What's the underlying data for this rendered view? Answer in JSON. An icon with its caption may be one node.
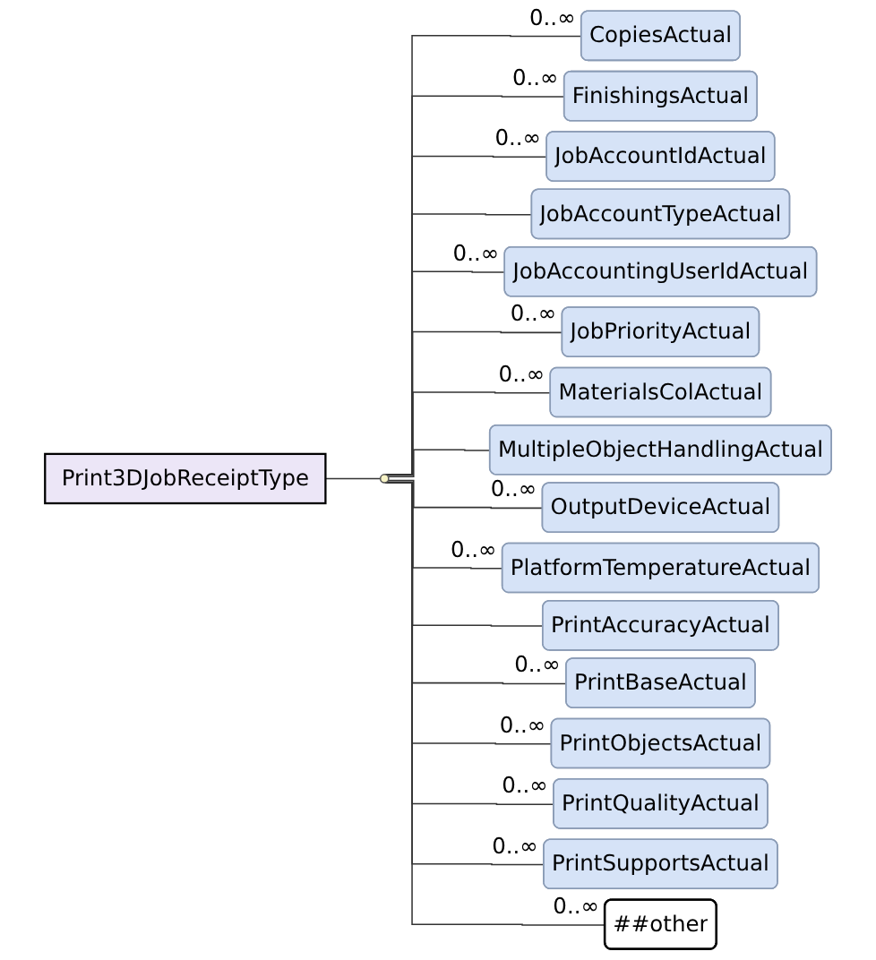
{
  "diagram": {
    "nodes": [
      {
        "text": [
          "Print3DJobReceiptType"
        ]
      },
      {
        "text": [],
        "shape": "circle"
      },
      {
        "text": [
          "CopiesActual"
        ],
        "beside": [
          "0..∞"
        ]
      },
      {
        "text": [
          "FinishingsActual"
        ],
        "beside": [
          "0..∞"
        ]
      },
      {
        "text": [
          "JobAccountIdActual"
        ],
        "beside": [
          "0..∞"
        ]
      },
      {
        "text": [
          "JobAccountTypeActual"
        ]
      },
      {
        "text": [
          "JobAccountingUserIdActual"
        ],
        "beside": [
          "0..∞"
        ]
      },
      {
        "text": [
          "JobPriorityActual"
        ],
        "beside": [
          "0..∞"
        ]
      },
      {
        "text": [
          "MaterialsColActual"
        ],
        "beside": [
          "0..∞"
        ]
      },
      {
        "text": [
          "MultipleObjectHandlingActual"
        ]
      },
      {
        "text": [
          "OutputDeviceActual"
        ],
        "beside": [
          "0..∞"
        ]
      },
      {
        "text": [
          "PlatformTemperatureActual"
        ],
        "beside": [
          "0..∞"
        ]
      },
      {
        "text": [
          "PrintAccuracyActual"
        ]
      },
      {
        "text": [
          "PrintBaseActual"
        ],
        "beside": [
          "0..∞"
        ]
      },
      {
        "text": [
          "PrintObjectsActual"
        ],
        "beside": [
          "0..∞"
        ]
      },
      {
        "text": [
          "PrintQualityActual"
        ],
        "beside": [
          "0..∞"
        ]
      },
      {
        "text": [
          "PrintSupportsActual"
        ],
        "beside": [
          "0..∞"
        ]
      },
      {
        "text": [
          "##other"
        ],
        "beside": [
          "0..∞"
        ]
      }
    ],
    "edges": [
      {
        "from": 0,
        "to": 1,
        "arrow": "none"
      },
      {
        "from": 1,
        "to": 2,
        "arrow": "none"
      },
      {
        "from": 1,
        "to": 3,
        "arrow": "none"
      },
      {
        "from": 1,
        "to": 4,
        "arrow": "none"
      },
      {
        "from": 1,
        "to": 5,
        "arrow": "none"
      },
      {
        "from": 1,
        "to": 6,
        "arrow": "none"
      },
      {
        "from": 1,
        "to": 7,
        "arrow": "none"
      },
      {
        "from": 1,
        "to": 8,
        "arrow": "none"
      },
      {
        "from": 1,
        "to": 9,
        "arrow": "none"
      },
      {
        "from": 1,
        "to": 10,
        "arrow": "none"
      },
      {
        "from": 1,
        "to": 11,
        "arrow": "none"
      },
      {
        "from": 1,
        "to": 12,
        "arrow": "none"
      },
      {
        "from": 1,
        "to": 13,
        "arrow": "none"
      },
      {
        "from": 1,
        "to": 14,
        "arrow": "none"
      },
      {
        "from": 1,
        "to": 15,
        "arrow": "none"
      },
      {
        "from": 1,
        "to": 16,
        "arrow": "none"
      },
      {
        "from": 1,
        "to": 17,
        "arrow": "none"
      }
    ]
  }
}
